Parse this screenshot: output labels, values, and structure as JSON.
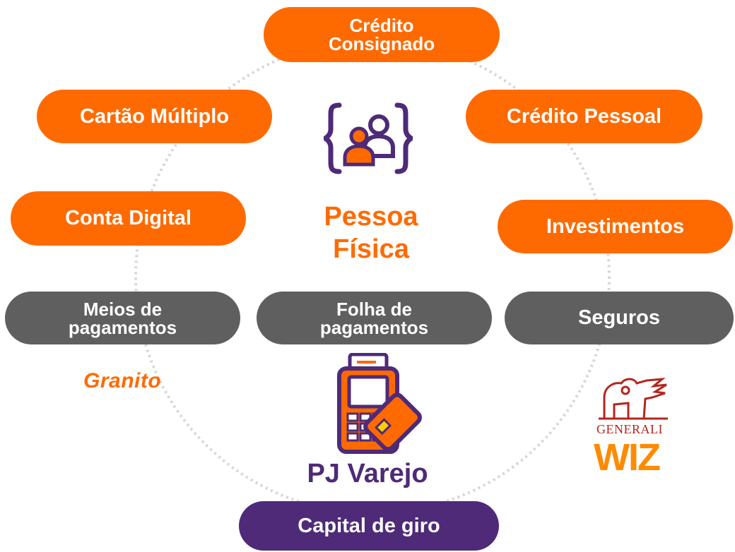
{
  "colors": {
    "orange": "#ff6a00",
    "grey": "#5f5f5f",
    "purple": "#4e2a78"
  },
  "pf_products": [
    {
      "id": "credito-consignado",
      "lines": [
        "Crédito",
        "Consignado"
      ]
    },
    {
      "id": "cartao-multiplo",
      "lines": [
        "Cartão Múltiplo"
      ]
    },
    {
      "id": "credito-pessoal",
      "lines": [
        "Crédito Pessoal"
      ]
    },
    {
      "id": "conta-digital",
      "lines": [
        "Conta Digital"
      ]
    },
    {
      "id": "investimentos",
      "lines": [
        "Investimentos"
      ]
    }
  ],
  "pj_products": [
    {
      "id": "meios-de-pagamentos",
      "lines": [
        "Meios de",
        "pagamentos"
      ]
    },
    {
      "id": "folha-de-pagamentos",
      "lines": [
        "Folha de",
        "pagamentos"
      ]
    },
    {
      "id": "seguros",
      "lines": [
        "Seguros"
      ]
    }
  ],
  "capital": {
    "label": "Capital de giro"
  },
  "pessoa_fisica": {
    "line1": "Pessoa",
    "line2": "Física",
    "icon": "people-icon"
  },
  "pj_varejo": {
    "label": "PJ Varejo",
    "icon": "pos-terminal-icon"
  },
  "partners": {
    "granito": "Granito",
    "generali": "GENERALI",
    "wiz": "WIZ"
  }
}
